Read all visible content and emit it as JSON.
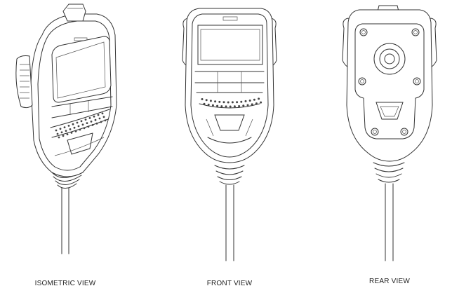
{
  "views": [
    {
      "id": "isometric",
      "label": "ISOMETRIC VIEW"
    },
    {
      "id": "front",
      "label": "FRONT VIEW"
    },
    {
      "id": "rear",
      "label": "REAR VIEW"
    }
  ],
  "colors": {
    "line": "#333333",
    "background": "#ffffff"
  }
}
